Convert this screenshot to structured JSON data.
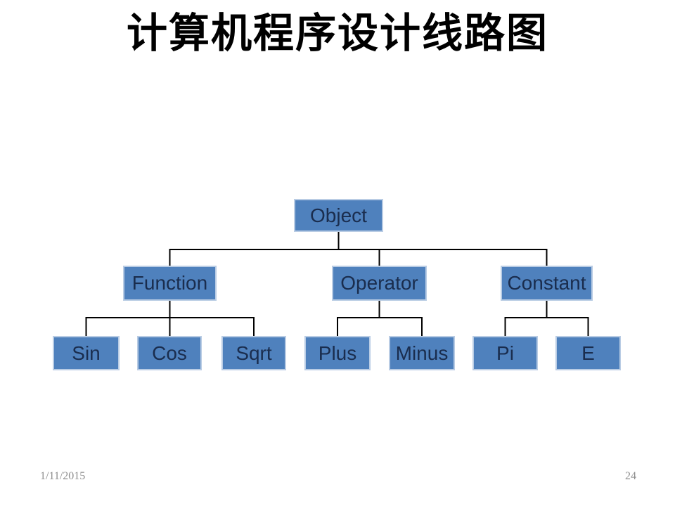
{
  "slide": {
    "title": "计算机程序设计线路图",
    "footer": {
      "date": "1/11/2015",
      "page_number": "24"
    }
  },
  "diagram": {
    "type": "tree",
    "root": {
      "label": "Object"
    },
    "branches": [
      {
        "label": "Function",
        "children": [
          "Sin",
          "Cos",
          "Sqrt"
        ]
      },
      {
        "label": "Operator",
        "children": [
          "Plus",
          "Minus"
        ]
      },
      {
        "label": "Constant",
        "children": [
          "Pi",
          "E"
        ]
      }
    ]
  },
  "colors": {
    "node_fill": "#4f81bd",
    "node_border": "#b9cce4",
    "node_text": "#1a2d4e",
    "connector": "#000000",
    "title_text": "#000000",
    "footer_text": "#8e8e8e",
    "background": "#ffffff"
  }
}
